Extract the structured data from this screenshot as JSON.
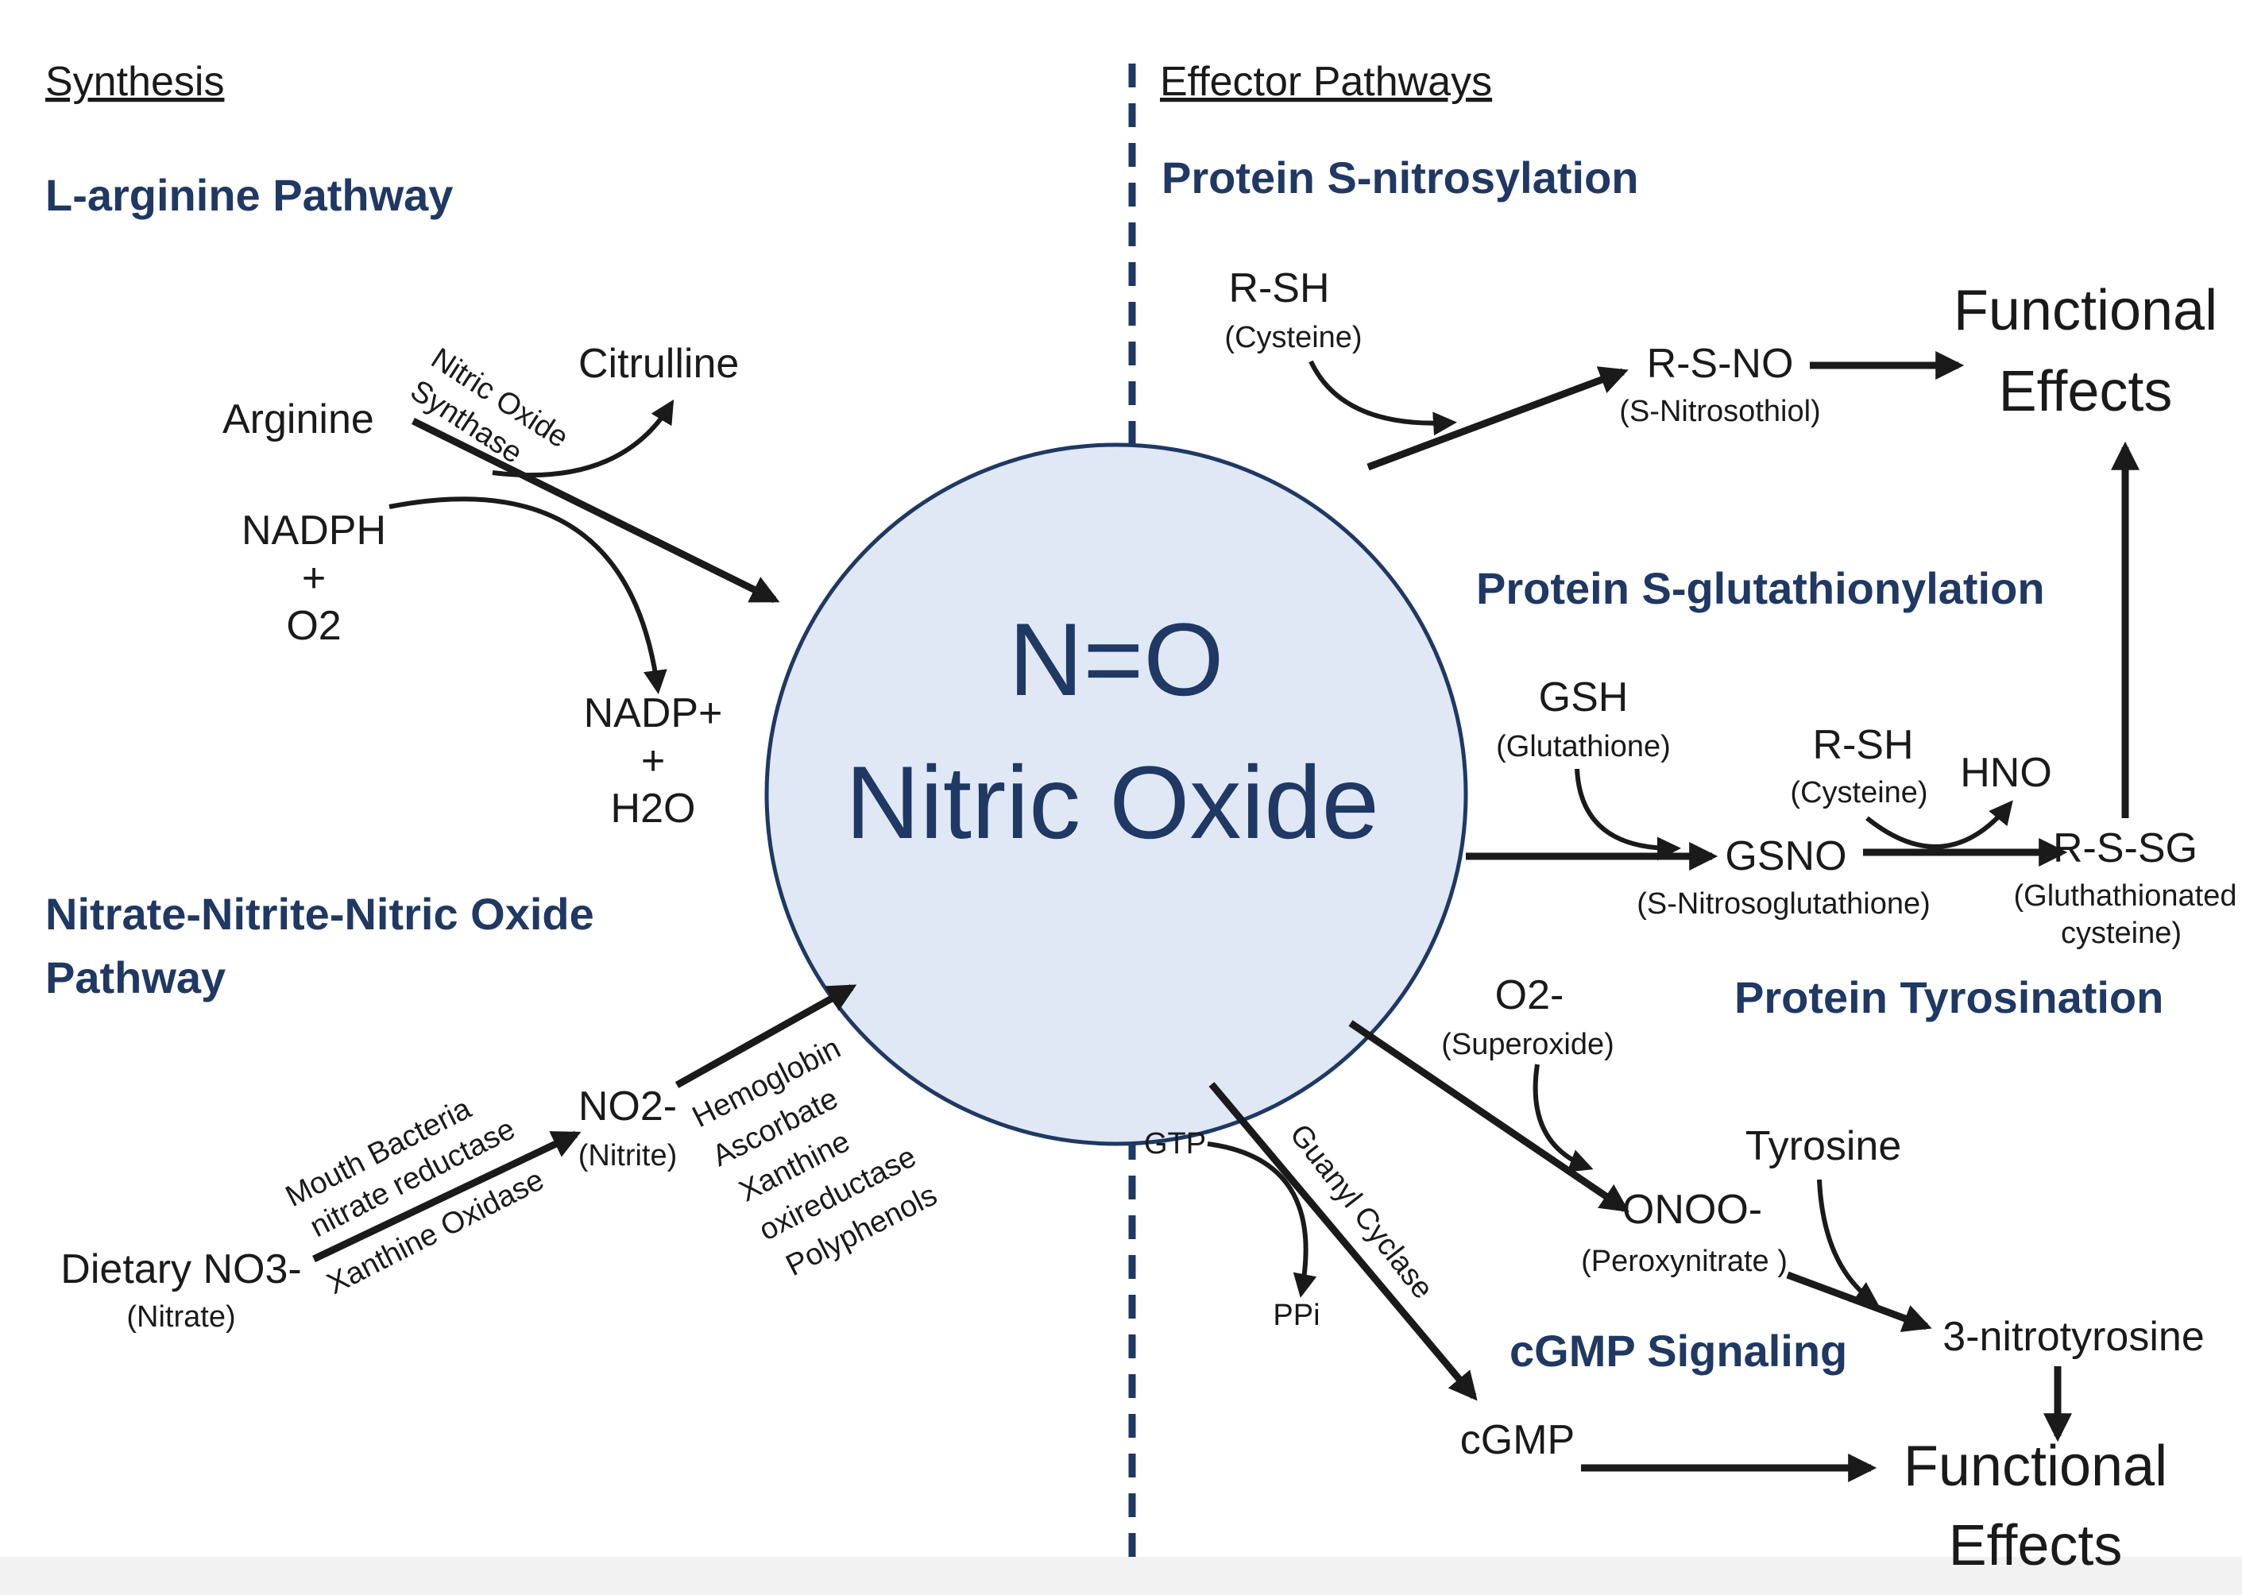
{
  "sections": {
    "synthesis": "Synthesis",
    "effector": "Effector Pathways"
  },
  "center": {
    "formula": "N=O",
    "name": "Nitric Oxide"
  },
  "headings": {
    "larginine": "L-arginine Pathway",
    "nitrate_line1": "Nitrate-Nitrite-Nitric Oxide",
    "nitrate_line2": "Pathway",
    "snitrosylation": "Protein S-nitrosylation",
    "sglutathionylation": "Protein S-glutathionylation",
    "tyrosination": "Protein Tyrosination",
    "cgmp": "cGMP Signaling"
  },
  "synthesis": {
    "arginine": "Arginine",
    "citrulline": "Citrulline",
    "enzyme_line1": "Nitric Oxide",
    "enzyme_line2": "Synthase",
    "nadph": "NADPH",
    "plus1": "+",
    "o2": "O2",
    "nadp": "NADP+",
    "plus2": "+",
    "h2o": "H2O",
    "dietary": "Dietary NO3-",
    "nitrate_sub": "(Nitrate)",
    "bacteria_line1": "Mouth Bacteria",
    "bacteria_line2": "nitrate reductase",
    "xanthine_oxidase": "Xanthine Oxidase",
    "no2": "NO2-",
    "nitrite_sub": "(Nitrite)",
    "reducers": [
      "Hemoglobin",
      "Ascorbate",
      "Xanthine",
      "oxireductase",
      "Polyphenols"
    ]
  },
  "effectors": {
    "rsh1": "R-SH",
    "cysteine1": "(Cysteine)",
    "rsno": "R-S-NO",
    "snitrosothiol": "(S-Nitrosothiol)",
    "functional1_line1": "Functional",
    "functional1_line2": "Effects",
    "gsh": "GSH",
    "glutathione": "(Glutathione)",
    "gsno": "GSNO",
    "snitrosoglutathione": "(S-Nitrosoglutathione)",
    "rsh2": "R-SH",
    "cysteine2": "(Cysteine)",
    "hno": "HNO",
    "rssg": "R-S-SG",
    "glutathionated_line1": "(Gluthathionated",
    "glutathionated_line2": "cysteine)",
    "o2minus": "O2-",
    "superoxide": "(Superoxide)",
    "onoo": "ONOO-",
    "peroxynitrate": "(Peroxynitrate )",
    "tyrosine": "Tyrosine",
    "nitrotyrosine": "3-nitrotyrosine",
    "gtp": "GTP",
    "ppi": "PPi",
    "guanyl": "Guanyl Cyclase",
    "cgmp": "cGMP",
    "functional2_line1": "Functional",
    "functional2_line2": "Effects"
  },
  "colors": {
    "heading": "#1f3864",
    "circle_fill": "#dfe8f4",
    "circle_stroke": "#1f3864",
    "divider": "#1f3864",
    "text": "#1a1a1a"
  }
}
